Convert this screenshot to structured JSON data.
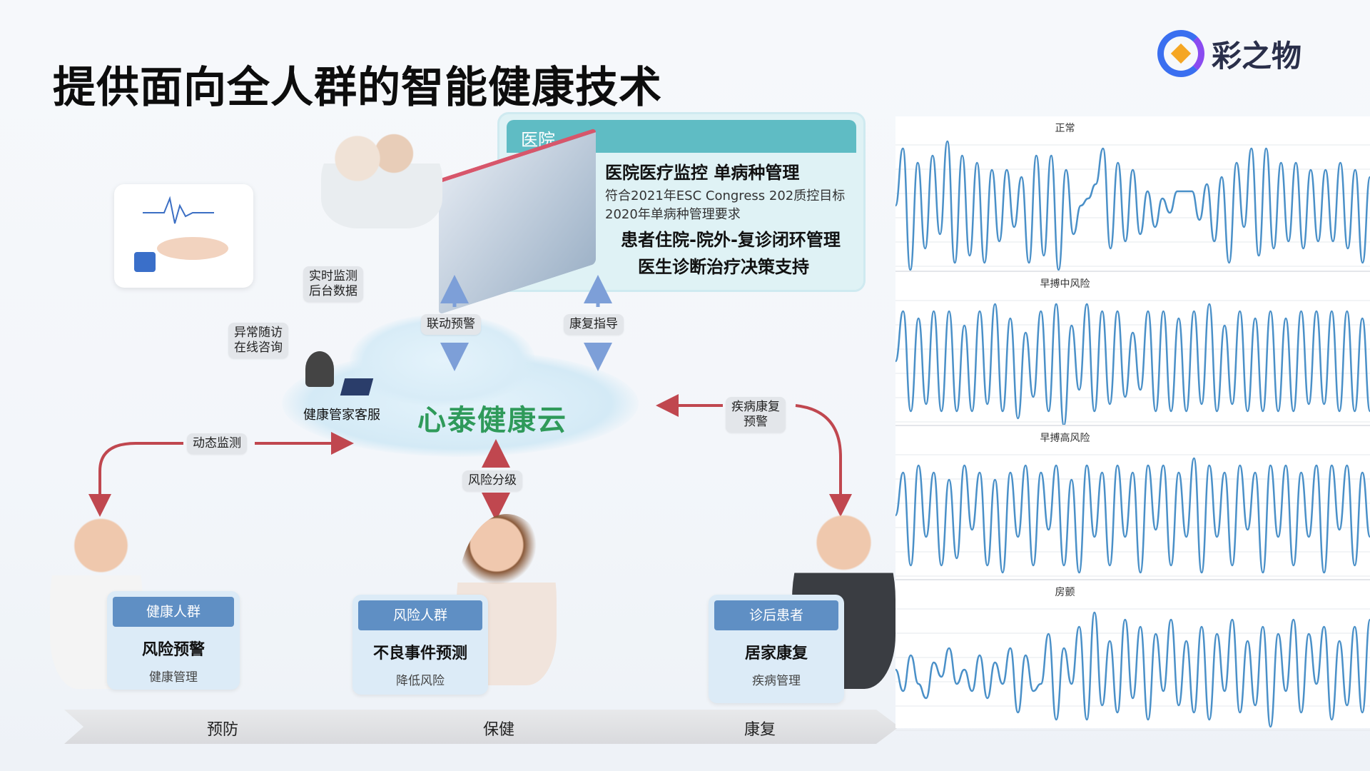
{
  "title": "提供面向全人群的智能健康技术",
  "logo": {
    "text": "彩之物"
  },
  "hospital": {
    "header": "医院",
    "line1": "医院医疗监控 单病种管理",
    "line2": "符合2021年ESC Congress 202质控目标",
    "line3": "2020年单病种管理要求",
    "line4": "患者住院-院外-复诊闭环管理",
    "line5": "医生诊断治疗决策支持"
  },
  "tags": {
    "realtime_1": "实时监测",
    "realtime_2": "后台数据",
    "followup_1": "异常随访",
    "followup_2": "在线咨询",
    "linkage": "联动预警",
    "rehab_guide": "康复指导",
    "dynamic": "动态监测",
    "risk_grade": "风险分级",
    "disease_1": "疾病康复",
    "disease_2": "预警"
  },
  "cloud": {
    "name": "心泰健康云",
    "service": "健康管家客服"
  },
  "cards": [
    {
      "header": "健康人群",
      "main": "风险预警",
      "sub": "健康管理"
    },
    {
      "header": "风险人群",
      "main": "不良事件预测",
      "sub": "降低风险"
    },
    {
      "header": "诊后患者",
      "main": "居家康复",
      "sub": "疾病管理"
    }
  ],
  "stages": [
    "预防",
    "保健",
    "康复"
  ],
  "colors": {
    "accent": "#5f8fc4",
    "teal": "#5fbcc4",
    "cloud_text": "#2f9a5a",
    "arrow_red": "#c0474f",
    "arrow_blue": "#7d9fd8",
    "wave": "#4a90c8"
  },
  "chart_data": [
    {
      "type": "line",
      "title": "正常",
      "values": [
        0,
        8,
        -9,
        6,
        -6,
        7,
        -4,
        9,
        -8,
        7,
        -7,
        6,
        -8,
        5,
        -5,
        5,
        -3,
        4,
        -8,
        7,
        -7,
        7,
        -9,
        5,
        -4,
        0,
        1,
        3,
        8,
        -6,
        6,
        -5,
        5,
        -4,
        2,
        -3,
        1,
        -1,
        2,
        2,
        2,
        -2,
        3,
        -5,
        4,
        -8,
        6,
        -3,
        8,
        -7,
        8,
        -6,
        6,
        -5,
        6,
        -6,
        5,
        -5,
        5,
        -5,
        6,
        -6,
        5,
        -8,
        4
      ]
    },
    {
      "type": "line",
      "title": "早搏中风险",
      "values": [
        0,
        7,
        -7,
        6,
        -6,
        7,
        -7,
        7,
        -7,
        5,
        -7,
        7,
        -6,
        8,
        -7,
        6,
        -8,
        4,
        -5,
        7,
        -7,
        8,
        -9,
        5,
        -4,
        8,
        -7,
        7,
        -6,
        7,
        -5,
        4,
        -4,
        7,
        -7,
        7,
        -7,
        6,
        -7,
        7,
        -6,
        8,
        -7,
        5,
        -6,
        7,
        -7,
        6,
        -7,
        7,
        -7,
        6,
        -7,
        7,
        -6,
        7,
        -6,
        7,
        -7,
        7,
        -7,
        6,
        -7
      ]
    },
    {
      "type": "line",
      "title": "早搏高风险",
      "values": [
        0,
        6,
        -7,
        7,
        -3,
        6,
        -7,
        5,
        -6,
        7,
        -2,
        6,
        -7,
        5,
        -8,
        6,
        -3,
        7,
        -7,
        6,
        -2,
        7,
        -7,
        5,
        -8,
        7,
        -3,
        6,
        -7,
        7,
        -3,
        6,
        -8,
        7,
        -2,
        7,
        -7,
        6,
        -3,
        8,
        -8,
        7,
        -3,
        6,
        -7,
        7,
        -2,
        6,
        -8,
        7,
        -3,
        7,
        -7,
        6,
        -3,
        7,
        -8,
        7,
        -2,
        7,
        -7,
        6,
        -3
      ]
    },
    {
      "type": "line",
      "title": "房颤",
      "values": [
        0,
        -3,
        2,
        -2,
        -4,
        1,
        -1,
        3,
        -2,
        0,
        -3,
        2,
        -4,
        1,
        -2,
        3,
        -6,
        2,
        -3,
        -2,
        5,
        -7,
        3,
        -2,
        6,
        -7,
        8,
        -5,
        4,
        -6,
        7,
        -4,
        6,
        -7,
        5,
        -3,
        7,
        -5,
        4,
        -6,
        6,
        -7,
        5,
        -3,
        7,
        -6,
        4,
        -5,
        6,
        -8,
        5,
        -3,
        7,
        -6,
        5,
        -2,
        6,
        -7,
        4,
        -5,
        6,
        -6,
        7
      ]
    }
  ]
}
